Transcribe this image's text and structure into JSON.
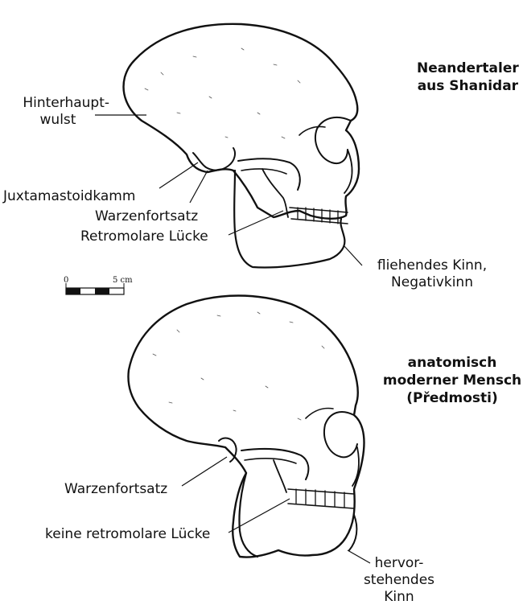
{
  "skull1": {
    "title_line1": "Neandertaler",
    "title_line2": "aus Shanidar",
    "label_hinterhaupt_1": "Hinterhaupt-",
    "label_hinterhaupt_2": "wulst",
    "label_juxta": "Juxtamastoidkamm",
    "label_warzen": "Warzenfortsatz",
    "label_retromolar": "Retromolare Lücke",
    "label_kinn_1": "fliehendes Kinn,",
    "label_kinn_2": "Negativkinn"
  },
  "scale": {
    "zero": "0",
    "five": "5 cm"
  },
  "skull2": {
    "title_line1": "anatomisch",
    "title_line2": "moderner Mensch",
    "title_line3": "(Předmosti)",
    "label_warzen": "Warzenfortsatz",
    "label_retromolar": "keine retromolare Lücke",
    "label_kinn_1": "hervor-",
    "label_kinn_2": "stehendes",
    "label_kinn_3": "Kinn"
  }
}
